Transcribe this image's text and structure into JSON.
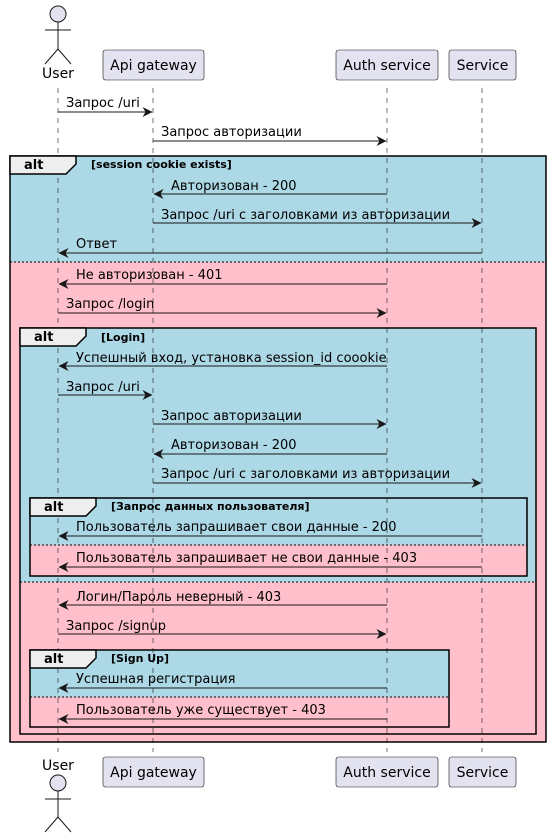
{
  "participants": [
    {
      "id": "user",
      "label": "User",
      "kind": "actor"
    },
    {
      "id": "gw",
      "label": "Api gateway",
      "kind": "participant"
    },
    {
      "id": "auth",
      "label": "Auth service",
      "kind": "participant"
    },
    {
      "id": "svc",
      "label": "Service",
      "kind": "participant"
    }
  ],
  "messages": [
    {
      "from": "user",
      "to": "gw",
      "text": "Запрос /uri"
    },
    {
      "from": "gw",
      "to": "auth",
      "text": "Запрос авторизации"
    },
    {
      "from": "auth",
      "to": "gw",
      "text": "Авторизован - 200"
    },
    {
      "from": "gw",
      "to": "svc",
      "text": "Запрос /uri с заголовками из авторизации"
    },
    {
      "from": "svc",
      "to": "user",
      "text": "Ответ"
    },
    {
      "from": "auth",
      "to": "user",
      "text": "Не авторизован - 401"
    },
    {
      "from": "user",
      "to": "auth",
      "text": "Запрос /login"
    },
    {
      "from": "auth",
      "to": "user",
      "text": "Успешный вход, установка session_id coookie"
    },
    {
      "from": "user",
      "to": "gw",
      "text": "Запрос /uri"
    },
    {
      "from": "gw",
      "to": "auth",
      "text": "Запрос авторизации"
    },
    {
      "from": "auth",
      "to": "gw",
      "text": "Авторизован - 200"
    },
    {
      "from": "gw",
      "to": "svc",
      "text": "Запрос /uri с заголовками из авторизации"
    },
    {
      "from": "svc",
      "to": "user",
      "text": "Пользователь запрашивает свои данные - 200"
    },
    {
      "from": "svc",
      "to": "user",
      "text": "Пользователь запрашивает не свои данные - 403"
    },
    {
      "from": "auth",
      "to": "user",
      "text": "Логин/Пароль неверный - 403"
    },
    {
      "from": "user",
      "to": "auth",
      "text": "Запрос /signup"
    },
    {
      "from": "auth",
      "to": "user",
      "text": "Успешная регистрация"
    },
    {
      "from": "auth",
      "to": "user",
      "text": "Пользователь уже существует - 403"
    }
  ],
  "fragments": [
    {
      "keyword": "alt",
      "guard": "[session cookie exists]"
    },
    {
      "keyword": "alt",
      "guard": "[Login]"
    },
    {
      "keyword": "alt",
      "guard": "[Запрос данных пользователя]"
    },
    {
      "keyword": "alt",
      "guard": "[Sign Up]"
    }
  ],
  "colors": {
    "success_region": "#ADD8E6",
    "failure_region": "#FFC0CB",
    "participant_fill": "#E2E2F0",
    "line": "#181818"
  }
}
